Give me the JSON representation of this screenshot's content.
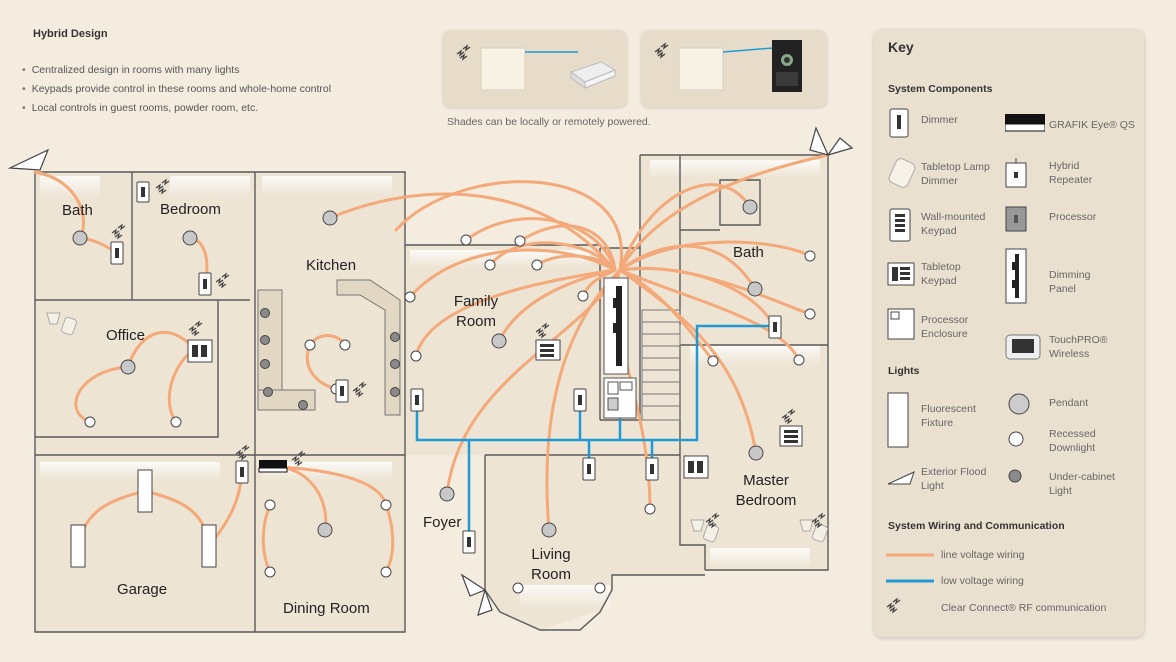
{
  "header": {
    "title": "Hybrid Design",
    "bullets": [
      "Centralized design in rooms with many lights",
      "Keypads provide control in these rooms and whole-home control",
      "Local controls in guest rooms, powder room, etc."
    ]
  },
  "shades": {
    "caption": "Shades can be locally or remotely powered."
  },
  "rooms": {
    "bath1": "Bath",
    "bedroom": "Bedroom",
    "office": "Office",
    "kitchen": "Kitchen",
    "family_room": "Family Room",
    "bath2": "Bath",
    "garage": "Garage",
    "dining_room": "Dining Room",
    "foyer": "Foyer",
    "living_room": "Living Room",
    "master_bedroom": "Master Bedroom"
  },
  "key": {
    "title": "Key",
    "system_components": {
      "heading": "System Components",
      "dimmer": "Dimmer",
      "grafik_eye": "GRAFIK Eye® QS",
      "tabletop_lamp_dimmer": "Tabletop Lamp Dimmer",
      "hybrid_repeater": "Hybrid Repeater",
      "wall_keypad": "Wall-mounted Keypad",
      "processor": "Processor",
      "tabletop_keypad": "Tabletop Keypad",
      "dimming_panel": "Dimming Panel",
      "processor_enclosure": "Processor Enclosure",
      "touchpro": "TouchPRO® Wireless"
    },
    "lights": {
      "heading": "Lights",
      "fluorescent": "Fluorescent Fixture",
      "pendant": "Pendant",
      "recessed": "Recessed Downlight",
      "flood": "Exterior Flood Light",
      "undercabinet": "Under-cabinet Light"
    },
    "wiring": {
      "heading": "System Wiring and Communication",
      "line": "line voltage wiring",
      "low": "low voltage wiring",
      "rf": "Clear Connect® RF communication"
    }
  },
  "colors": {
    "line_voltage": "#f4a97a",
    "low_voltage": "#1f9ad6",
    "wall": "#555555",
    "floor": "#ede4d4"
  }
}
